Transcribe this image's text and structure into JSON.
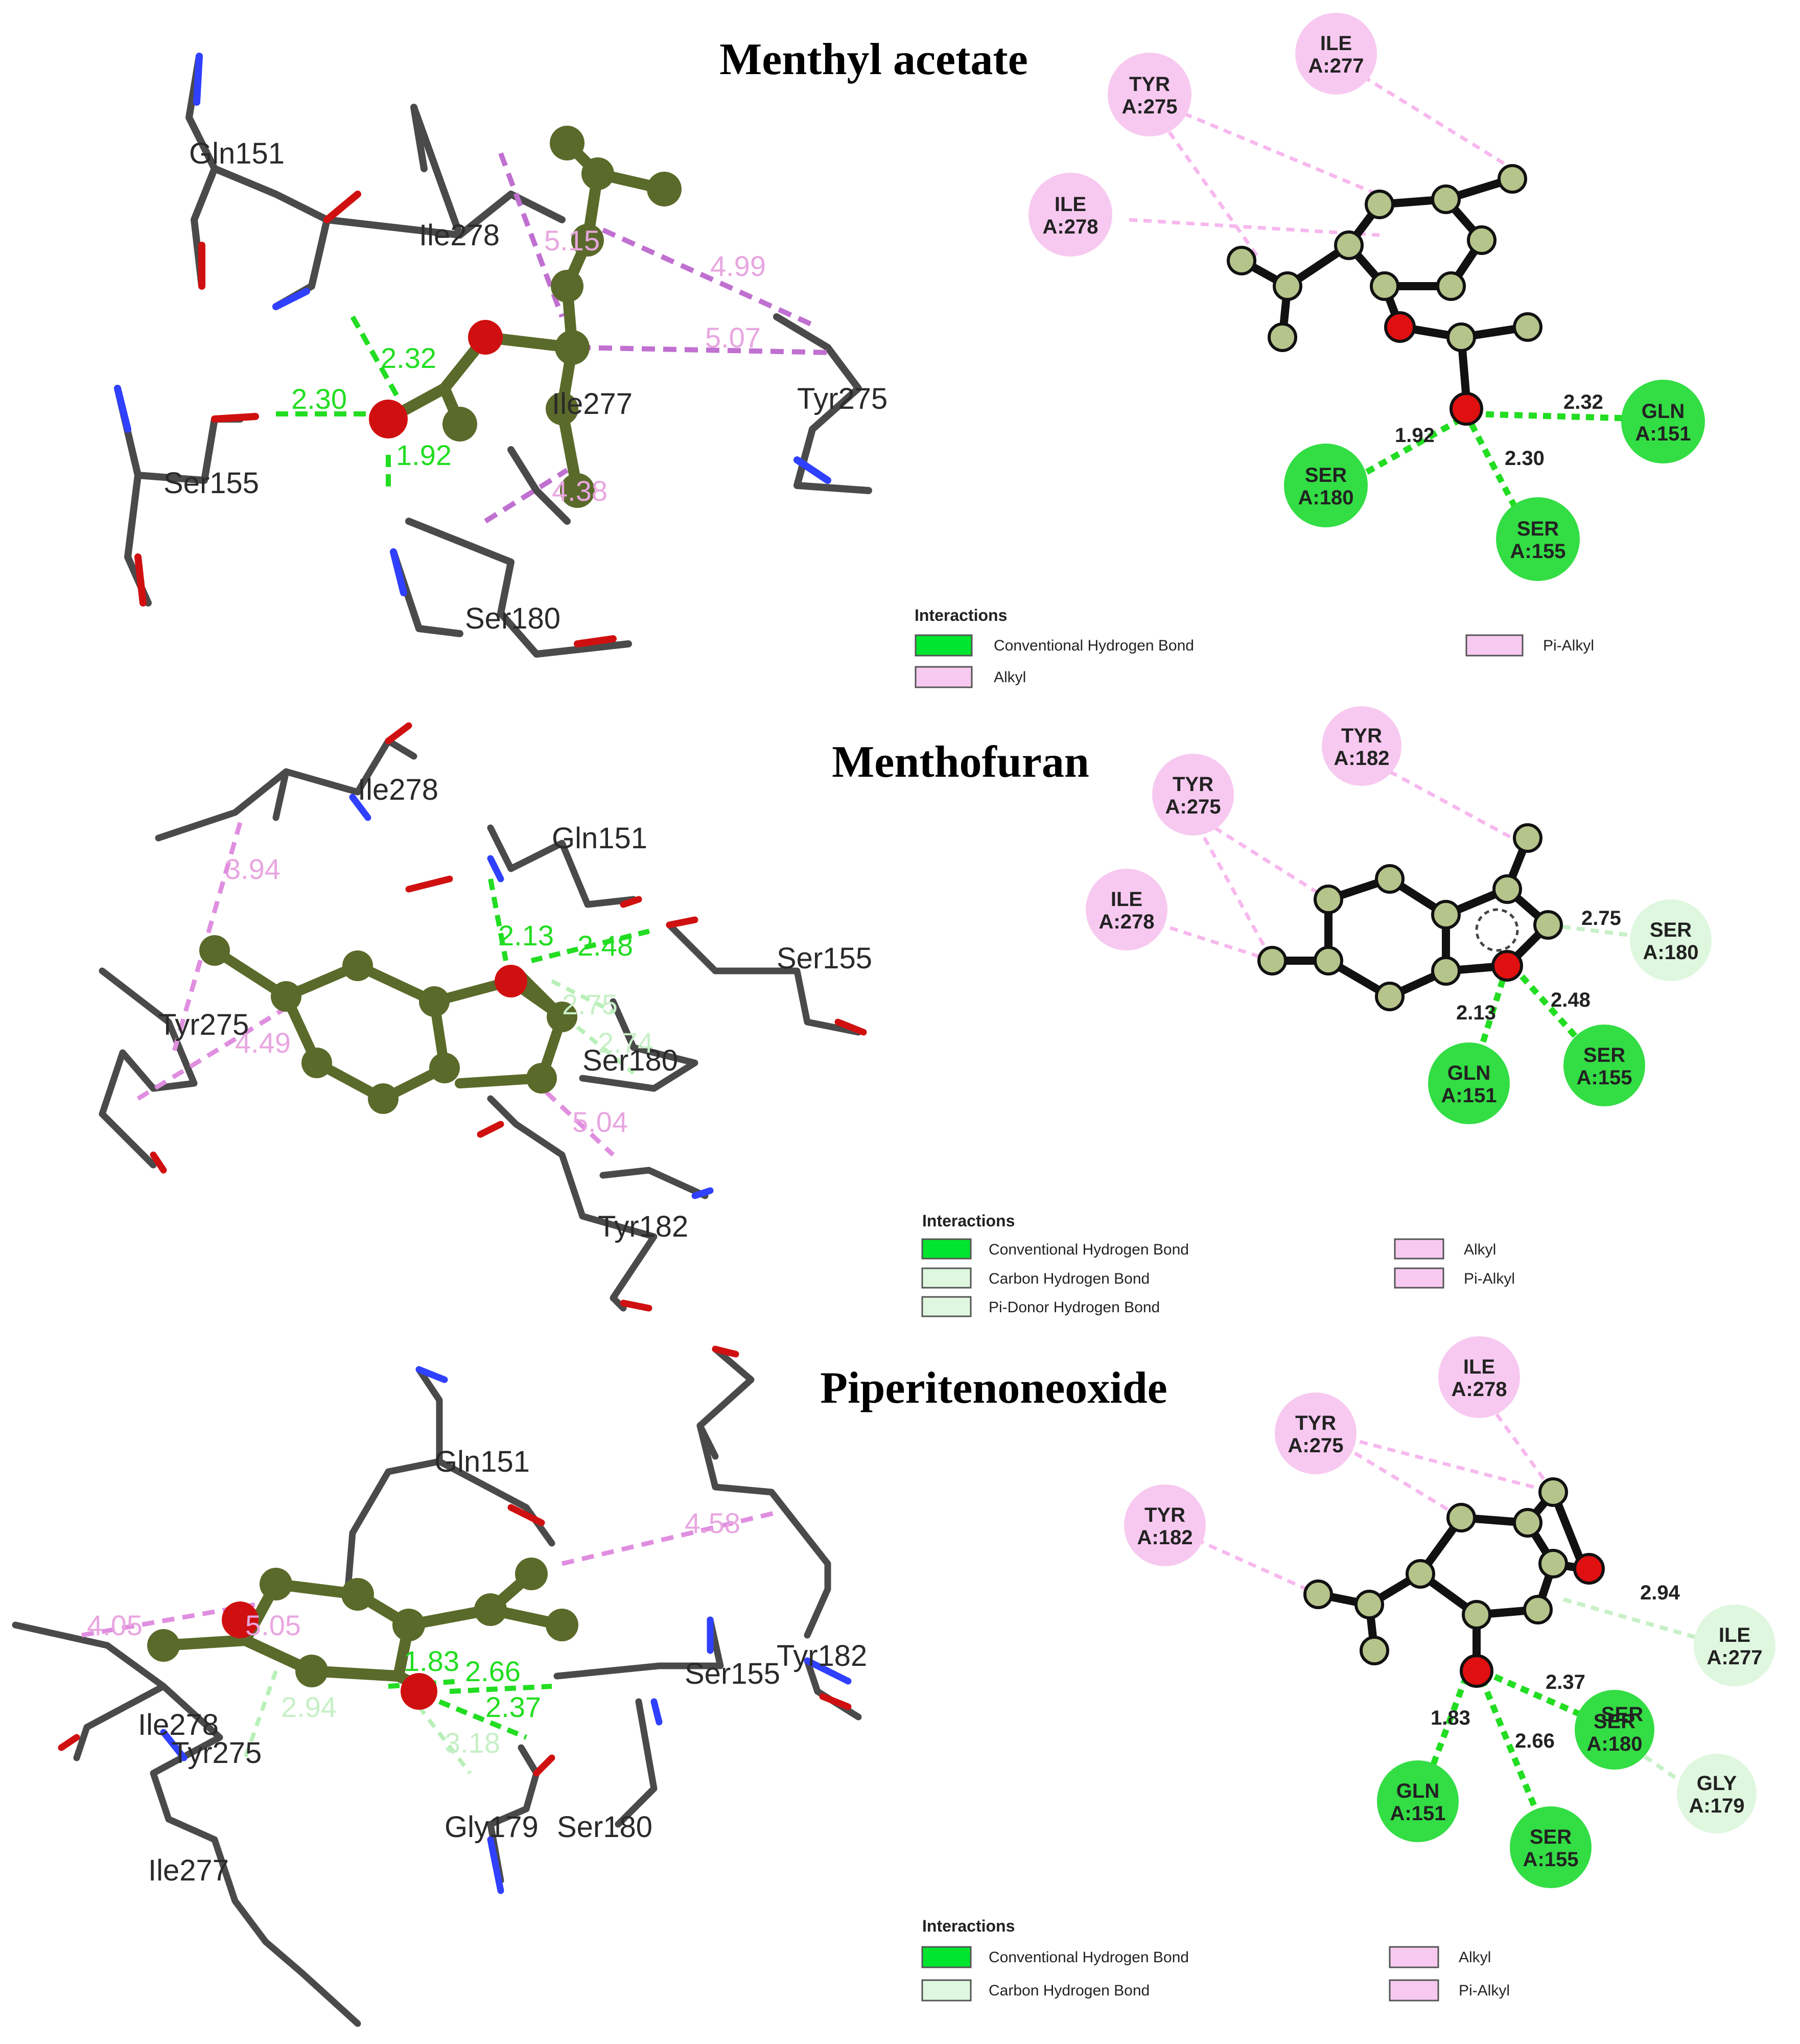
{
  "colors": {
    "conventional_hbond": "#00e62e",
    "carbon_hbond": "#dff7df",
    "pi_donor_hbond": "#dff7df",
    "alkyl": "#f7c9f0",
    "pi_alkyl": "#f7c9f0",
    "ligand_atom": "#b5c48a",
    "oxygen": "#e01010",
    "stick": "#4a4a4a"
  },
  "panels": [
    {
      "title": "Menthyl acetate",
      "labels_3d": [
        "Gln151",
        "Ile278",
        "Ser155",
        "Ser180",
        "Tyr275",
        "Ile277"
      ],
      "distances_3d": [
        "2.32",
        "2.30",
        "1.92",
        "5.15",
        "4.99",
        "5.07",
        "4.38"
      ],
      "residues_2d": [
        {
          "name": "TYR",
          "chain": "A:275",
          "type": "alkyl"
        },
        {
          "name": "ILE",
          "chain": "A:277",
          "type": "alkyl"
        },
        {
          "name": "ILE",
          "chain": "A:278",
          "type": "alkyl"
        },
        {
          "name": "GLN",
          "chain": "A:151",
          "type": "conventional_hbond"
        },
        {
          "name": "SER",
          "chain": "A:180",
          "type": "conventional_hbond"
        },
        {
          "name": "SER",
          "chain": "A:155",
          "type": "conventional_hbond"
        }
      ],
      "distances_2d": [
        "2.32",
        "1.92",
        "2.30"
      ],
      "legend": {
        "title": "Interactions",
        "items": [
          "Conventional Hydrogen Bond",
          "Alkyl",
          "Pi-Alkyl"
        ]
      }
    },
    {
      "title": "Menthofuran",
      "labels_3d": [
        "Ile278",
        "Gln151",
        "Ser155",
        "Tyr275",
        "Ser180",
        "Tyr182"
      ],
      "distances_3d": [
        "3.94",
        "2.13",
        "2.48",
        "2.75",
        "2.74",
        "4.49",
        "5.04"
      ],
      "residues_2d": [
        {
          "name": "TYR",
          "chain": "A:182",
          "type": "alkyl"
        },
        {
          "name": "TYR",
          "chain": "A:275",
          "type": "alkyl"
        },
        {
          "name": "ILE",
          "chain": "A:278",
          "type": "alkyl"
        },
        {
          "name": "SER",
          "chain": "A:180",
          "type": "carbon_hbond"
        },
        {
          "name": "GLN",
          "chain": "A:151",
          "type": "conventional_hbond"
        },
        {
          "name": "SER",
          "chain": "A:155",
          "type": "conventional_hbond"
        }
      ],
      "distances_2d": [
        "2.75",
        "2.13",
        "2.48"
      ],
      "legend": {
        "title": "Interactions",
        "items": [
          "Conventional Hydrogen Bond",
          "Carbon Hydrogen Bond",
          "Pi-Donor Hydrogen Bond",
          "Alkyl",
          "Pi-Alkyl"
        ]
      }
    },
    {
      "title": "Piperitenoneoxide",
      "labels_3d": [
        "Gln151",
        "Ser155",
        "Tyr182",
        "Ile278",
        "Tyr275",
        "Ile277",
        "Gly179",
        "Ser180"
      ],
      "distances_3d": [
        "4.05",
        "4.58",
        "1.83",
        "2.66",
        "2.37",
        "3.18",
        "2.94",
        "5.05"
      ],
      "residues_2d": [
        {
          "name": "ILE",
          "chain": "A:278",
          "type": "alkyl"
        },
        {
          "name": "TYR",
          "chain": "A:275",
          "type": "alkyl"
        },
        {
          "name": "TYR",
          "chain": "A:182",
          "type": "alkyl"
        },
        {
          "name": "ILE",
          "chain": "A:277",
          "type": "carbon_hbond"
        },
        {
          "name": "SER",
          "chain": "A:180",
          "type": "conventional_hbond"
        },
        {
          "name": "GLY",
          "chain": "A:179",
          "type": "carbon_hbond"
        },
        {
          "name": "GLN",
          "chain": "A:151",
          "type": "conventional_hbond"
        },
        {
          "name": "SER",
          "chain": "A:155",
          "type": "conventional_hbond"
        }
      ],
      "distances_2d": [
        "2.94",
        "2.37",
        "1.83",
        "2.66"
      ],
      "overlap_label": "SER",
      "legend": {
        "title": "Interactions",
        "items": [
          "Conventional Hydrogen Bond",
          "Carbon Hydrogen Bond",
          "Alkyl",
          "Pi-Alkyl"
        ]
      }
    }
  ]
}
